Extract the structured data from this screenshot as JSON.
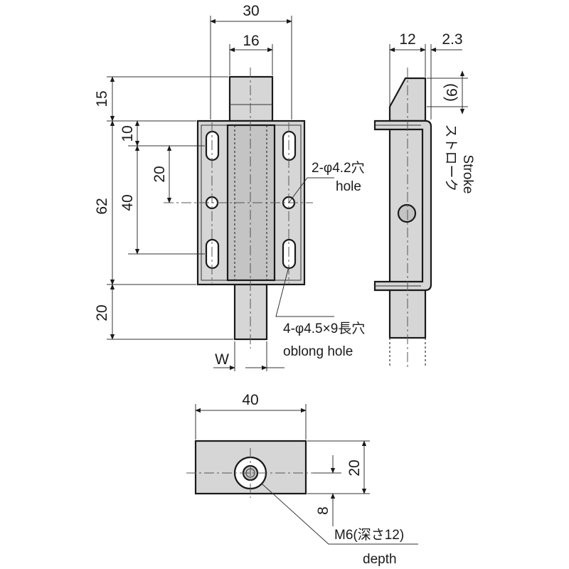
{
  "front_view": {
    "width_overall": "30",
    "width_bolt": "16",
    "height_top": "15",
    "height_body": "62",
    "height_bottom": "20",
    "hole_pitch_top": "10",
    "hole_pitch_mid": "20",
    "hole_pitch_outer": "40",
    "bolt_width_label": "W"
  },
  "notes": {
    "hole_jp": "2-φ4.2穴",
    "hole_en": "hole",
    "oblong_jp": "4-φ4.5×9長穴",
    "oblong_en": "oblong hole",
    "thread_jp": "M6(深さ12)",
    "thread_en": "depth"
  },
  "side_view": {
    "depth": "12",
    "offset": "2.3",
    "stroke_value": "(9)",
    "stroke_jp": "ストローク",
    "stroke_en": "Stroke"
  },
  "bottom_view": {
    "width": "40",
    "height": "20",
    "offset": "8"
  }
}
